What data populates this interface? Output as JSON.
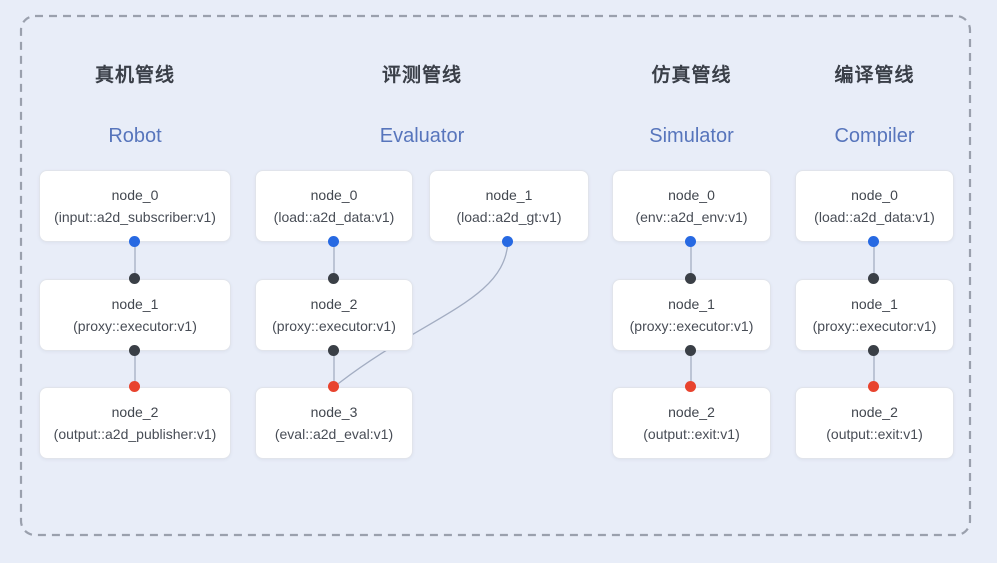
{
  "pipelines": [
    {
      "title_cn": "真机管线",
      "title_en": "Robot",
      "nodes": [
        {
          "name": "node_0",
          "type": "(input::a2d_subscriber:v1)"
        },
        {
          "name": "node_1",
          "type": "(proxy::executor:v1)"
        },
        {
          "name": "node_2",
          "type": "(output::a2d_publisher:v1)"
        }
      ]
    },
    {
      "title_cn": "评测管线",
      "title_en": "Evaluator",
      "nodes": [
        {
          "name": "node_0",
          "type": "(load::a2d_data:v1)"
        },
        {
          "name": "node_1",
          "type": "(load::a2d_gt:v1)"
        },
        {
          "name": "node_2",
          "type": "(proxy::executor:v1)"
        },
        {
          "name": "node_3",
          "type": "(eval::a2d_eval:v1)"
        }
      ]
    },
    {
      "title_cn": "仿真管线",
      "title_en": "Simulator",
      "nodes": [
        {
          "name": "node_0",
          "type": "(env::a2d_env:v1)"
        },
        {
          "name": "node_1",
          "type": "(proxy::executor:v1)"
        },
        {
          "name": "node_2",
          "type": "(output::exit:v1)"
        }
      ]
    },
    {
      "title_cn": "编译管线",
      "title_en": "Compiler",
      "nodes": [
        {
          "name": "node_0",
          "type": "(load::a2d_data:v1)"
        },
        {
          "name": "node_1",
          "type": "(proxy::executor:v1)"
        },
        {
          "name": "node_2",
          "type": "(output::exit:v1)"
        }
      ]
    }
  ],
  "edges": [
    {
      "pipeline": "Robot",
      "from": "node_0",
      "to": "node_1"
    },
    {
      "pipeline": "Robot",
      "from": "node_1",
      "to": "node_2"
    },
    {
      "pipeline": "Evaluator",
      "from": "node_0",
      "to": "node_2"
    },
    {
      "pipeline": "Evaluator",
      "from": "node_1",
      "to": "node_3"
    },
    {
      "pipeline": "Evaluator",
      "from": "node_2",
      "to": "node_3"
    },
    {
      "pipeline": "Simulator",
      "from": "node_0",
      "to": "node_1"
    },
    {
      "pipeline": "Simulator",
      "from": "node_1",
      "to": "node_2"
    },
    {
      "pipeline": "Compiler",
      "from": "node_0",
      "to": "node_1"
    },
    {
      "pipeline": "Compiler",
      "from": "node_1",
      "to": "node_2"
    }
  ],
  "colors": {
    "background": "#e8edf8",
    "dashed_border": "#9aa0ad",
    "box_background": "#ffffff",
    "box_border": "#e1e4eb",
    "title_cn_color": "#3a3f48",
    "title_en_color": "#5775bc",
    "node_text_color": "#42474f",
    "edge_color": "#a3adc2",
    "port_source_blue": "#2769e2",
    "port_connector_dark": "#3a3f46",
    "port_sink_red": "#e8432e"
  }
}
